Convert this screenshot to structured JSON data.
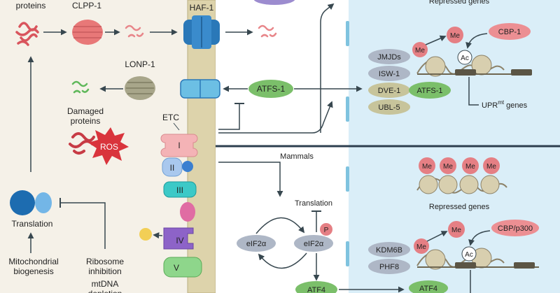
{
  "labels": {
    "proteins": "proteins",
    "clpp": "CLPP-1",
    "haf": "HAF-1",
    "lonp": "LONP-1",
    "damaged_1": "Damaged",
    "damaged_2": "proteins",
    "ros": "ROS",
    "etc": "ETC",
    "complex_1": "I",
    "complex_2": "II",
    "complex_3": "III",
    "complex_4": "IV",
    "complex_5": "V",
    "translation": "Translation",
    "mito_1": "Mitochondrial",
    "mito_2": "biogenesis",
    "ribo_1": "Ribosome",
    "ribo_2": "inhibition",
    "mtdna_1": "mtDNA",
    "mtdna_2": "depletion",
    "atfs": "ATFS-1",
    "repressed_top": "Repressed genes",
    "me": "Me",
    "cbp1": "CBP-1",
    "ac": "Ac",
    "jmjds": "JMJDs",
    "isw1": "ISW-1",
    "dve1": "DVE-1",
    "ubl5": "UBL-5",
    "upr_main": "UPR",
    "upr_sup": "mt",
    "upr_rest": " genes",
    "mammals": "Mammals",
    "translation2": "Translation",
    "eif2a": "eIF2α",
    "p": "P",
    "repressed_bottom": "Repressed genes",
    "cbp300": "CBP/p300",
    "kdm6b": "KDM6B",
    "phf8": "PHF8",
    "atf4": "ATF4"
  },
  "colors": {
    "left_bg": "#f5f1e8",
    "membrane": "#ddd3ab",
    "right_bg": "#daeef8",
    "nucleus_edge": "#7fc3df",
    "arrow": "#37474f",
    "me_fill": "#e57f84",
    "atfs_green": "#7bbf6a",
    "grey_protein": "#aeb7c6",
    "khaki_protein": "#c7c49b",
    "haf_blue": "#2a78b8",
    "cbp_pink": "#ec8f93",
    "ros_red": "#d9343c"
  }
}
